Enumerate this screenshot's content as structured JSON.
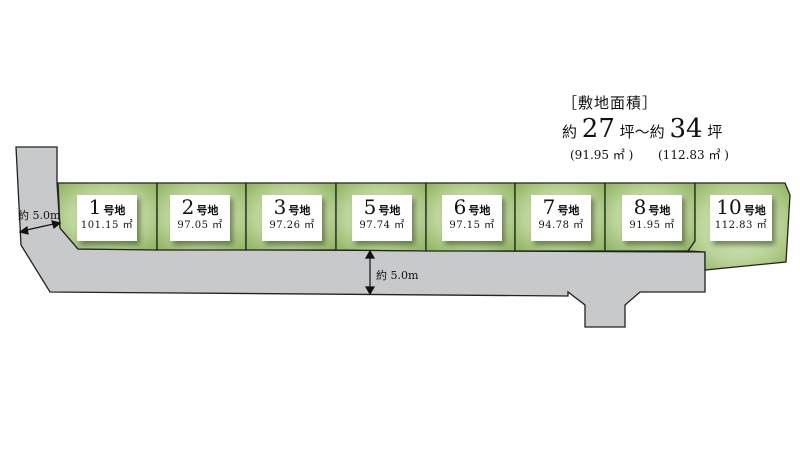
{
  "summary": {
    "title": "［敷地面積］",
    "prefix1": "約",
    "min_tsubo": "27",
    "unit1": "坪～約",
    "max_tsubo": "34",
    "unit2": "坪",
    "min_sqm": "(91.95 ㎡ )",
    "max_sqm": "(112.83 ㎡ )"
  },
  "road_width_left": "約 5.0m",
  "road_width_main": "約 5.0m",
  "lots": [
    {
      "num": "1",
      "suffix": "号地",
      "area": "101.15 ㎡"
    },
    {
      "num": "2",
      "suffix": "号地",
      "area": "97.05 ㎡"
    },
    {
      "num": "3",
      "suffix": "号地",
      "area": "97.26 ㎡"
    },
    {
      "num": "5",
      "suffix": "号地",
      "area": "97.74 ㎡"
    },
    {
      "num": "6",
      "suffix": "号地",
      "area": "97.15 ㎡"
    },
    {
      "num": "7",
      "suffix": "号地",
      "area": "94.78 ㎡"
    },
    {
      "num": "8",
      "suffix": "号地",
      "area": "91.95 ㎡"
    },
    {
      "num": "10",
      "suffix": "号地",
      "area": "112.83 ㎡"
    }
  ],
  "colors": {
    "road": "#c8c9cb",
    "lot": "#a9c77f",
    "lot_center": "#d6e6bd",
    "outline": "#222222"
  }
}
